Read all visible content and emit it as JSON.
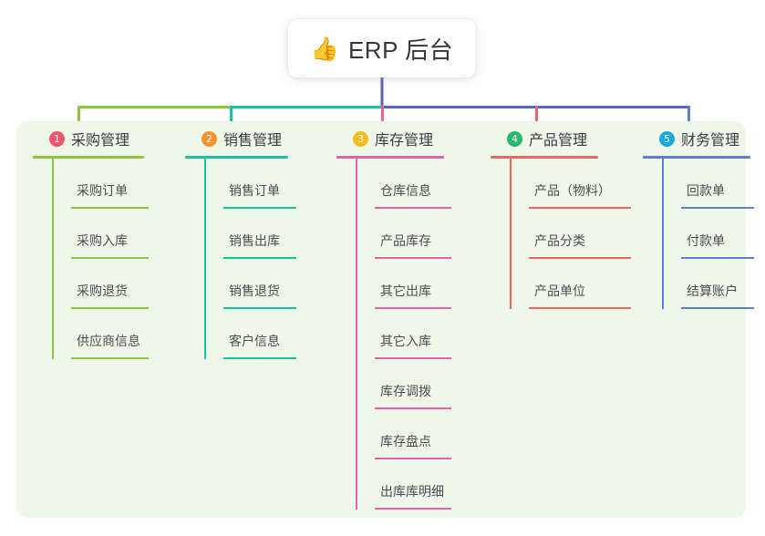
{
  "root": {
    "icon": "thumbs-up-emoji",
    "icon_glyph": "👍",
    "title": "ERP 后台"
  },
  "colors": {
    "panel_bg": "#eef8e9",
    "branch_green": "#7cc242",
    "branch_teal": "#17c3a2",
    "branch_pink": "#ec5fa4",
    "branch_red": "#f4645c",
    "branch_blue": "#5b7fd4",
    "bus_indigo": "#5866c4",
    "badge_1": "#f1556c",
    "badge_2": "#f5912e",
    "badge_3": "#f5bc1e",
    "badge_4": "#2bb673",
    "badge_5": "#1ba9dd"
  },
  "columns": [
    {
      "number": "1",
      "title": "采购管理",
      "badge_color": "#f1556c",
      "line_color": "#8cc63f",
      "rule_width": 122,
      "leaf_rule_width": 85,
      "items": [
        {
          "label": "采购订单"
        },
        {
          "label": "采购入库"
        },
        {
          "label": "采购退货"
        },
        {
          "label": "供应商信息"
        }
      ]
    },
    {
      "number": "2",
      "title": "销售管理",
      "badge_color": "#f5912e",
      "line_color": "#17c3a2",
      "rule_width": 113,
      "leaf_rule_width": 80,
      "items": [
        {
          "label": "销售订单"
        },
        {
          "label": "销售出库"
        },
        {
          "label": "销售退货"
        },
        {
          "label": "客户信息"
        }
      ]
    },
    {
      "number": "3",
      "title": "库存管理",
      "badge_color": "#f5bc1e",
      "line_color": "#ec5fa4",
      "rule_width": 118,
      "leaf_rule_width": 84,
      "items": [
        {
          "label": "仓库信息"
        },
        {
          "label": "产品库存"
        },
        {
          "label": "其它出库"
        },
        {
          "label": "其它入库"
        },
        {
          "label": "库存调拨"
        },
        {
          "label": "库存盘点"
        },
        {
          "label": "出库库明细"
        }
      ]
    },
    {
      "number": "4",
      "title": "产品管理",
      "badge_color": "#2bb673",
      "line_color": "#f4645c",
      "rule_width": 118,
      "leaf_rule_width": 112,
      "items": [
        {
          "label": "产品（物料）"
        },
        {
          "label": "产品分类"
        },
        {
          "label": "产品单位"
        }
      ]
    },
    {
      "number": "5",
      "title": "财务管理",
      "badge_color": "#1ba9dd",
      "line_color": "#5b7fd4",
      "rule_width": 118,
      "leaf_rule_width": 80,
      "items": [
        {
          "label": "回款单"
        },
        {
          "label": "付款单"
        },
        {
          "label": "结算账户"
        }
      ]
    }
  ]
}
